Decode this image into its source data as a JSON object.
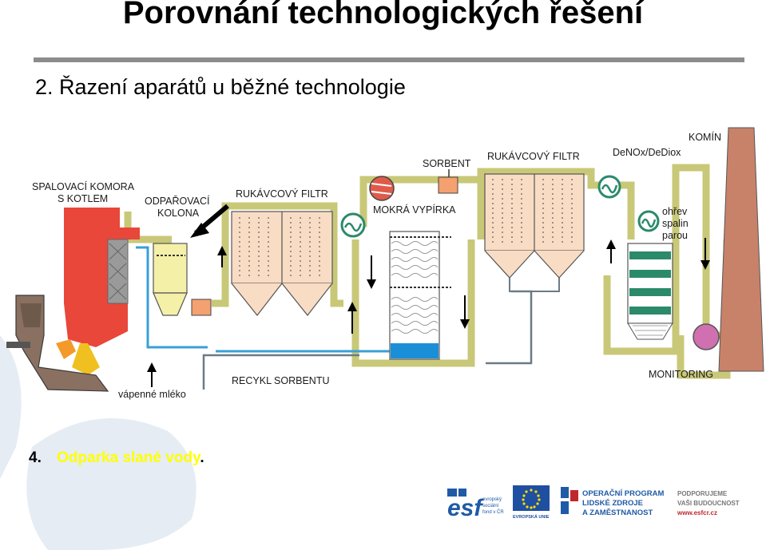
{
  "slide": {
    "title": "Porovnání technologických řešení",
    "subtitle": "2. Řazení aparátů u běžné technologie",
    "item": {
      "number": "4.",
      "text": "Odparka slané vody",
      "end": "."
    }
  },
  "diagram": {
    "labels": {
      "spalovaci_1": "SPALOVACÍ KOMORA",
      "spalovaci_2": "S KOTLEM",
      "odparovaci_1": "ODPAŘOVACÍ",
      "odparovaci_2": "KOLONA",
      "rukavcovy_1": "RUKÁVCOVÝ FILTR",
      "mokra": "MOKRÁ VYPÍRKA",
      "sorbent": "SORBENT",
      "rukavcovy_2": "RUKÁVCOVÝ FILTR",
      "denox": "DeNOx/DeDiox",
      "komin": "KOMÍN",
      "ohrev_1": "ohřev",
      "ohrev_2": "spalin",
      "ohrev_3": "parou",
      "monitoring": "MONITORING",
      "recykl": "RECYKL SORBENTU",
      "vapenne": "vápenné mléko"
    }
  },
  "logos": {
    "esf_1": "evropský",
    "esf_2": "sociální",
    "esf_3": "fond v ČR",
    "eu": "EVROPSKÁ UNIE",
    "op_1": "OPERAČNÍ PROGRAM",
    "op_2": "LIDSKÉ ZDROJE",
    "op_3": "A ZAMĚSTNANOST",
    "sup_1": "PODPORUJEME",
    "sup_2": "VAŠI BUDOUCNOST",
    "web": "www.esfcr.cz"
  },
  "colors": {
    "duct": "#c8c878",
    "furnace": "#e8473a",
    "filter": "#f9dcc4",
    "water": "#3a9fd8",
    "stack": "#c8826a",
    "heater_green": "#2b8a6a",
    "pump_red": "#e05a4a",
    "monitor_pink": "#d070b0",
    "highlight": "#ffff00"
  }
}
